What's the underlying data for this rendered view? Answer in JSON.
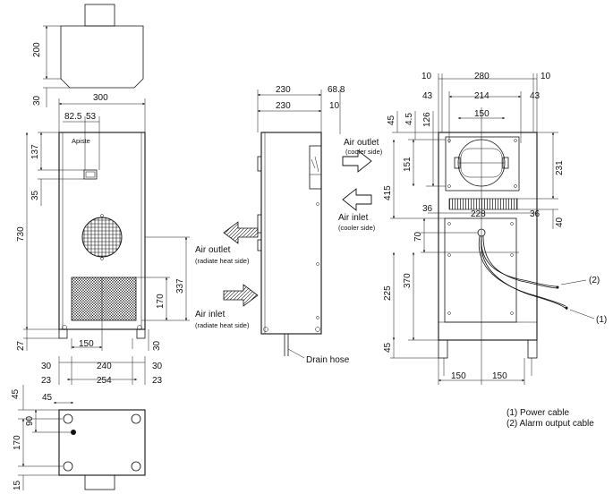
{
  "dims": {
    "d200": "200",
    "d30a": "30",
    "d300": "300",
    "d82_5": "82.5",
    "d53": "53",
    "d137": "137",
    "d35": "35",
    "d730": "730",
    "d170a": "170",
    "d337": "337",
    "d27": "27",
    "d150a": "150",
    "d30b": "30",
    "d30c": "30",
    "d240": "240",
    "d30d": "30",
    "d23a": "23",
    "d254": "254",
    "d23b": "23",
    "d45a": "45",
    "d45b": "45",
    "d90": "90",
    "d170b": "170",
    "d15": "15",
    "d230a": "230",
    "d68_8": "68.8",
    "d230b": "230",
    "d10a": "10",
    "d10b": "10",
    "d280": "280",
    "d10c": "10",
    "d43a": "43",
    "d214": "214",
    "d43b": "43",
    "d45c": "45",
    "d4_5": "4.5",
    "d126": "126",
    "d150b": "150",
    "d151": "151",
    "d231": "231",
    "d415": "415",
    "d36a": "36",
    "d228": "228",
    "d36b": "36",
    "d40": "40",
    "d70": "70",
    "d370": "370",
    "d225": "225",
    "d45d": "45",
    "d150c": "150",
    "d150d": "150"
  },
  "labels": {
    "air_outlet_cooler": "Air outlet",
    "cooler_side_1": "(cooler side)",
    "air_inlet_cooler": "Air inlet",
    "cooler_side_2": "(cooler side)",
    "air_outlet_radiate": "Air outlet",
    "radiate_side_1": "(radiate heat side)",
    "air_inlet_radiate": "Air inlet",
    "radiate_side_2": "(radiate heat side)",
    "drain_hose": "Drain hose",
    "callout_1": "(1)",
    "callout_2": "(2)",
    "power_cable": "(1) Power cable",
    "alarm_cable": "(2) Alarm output cable",
    "front_logo": "Apiste"
  }
}
